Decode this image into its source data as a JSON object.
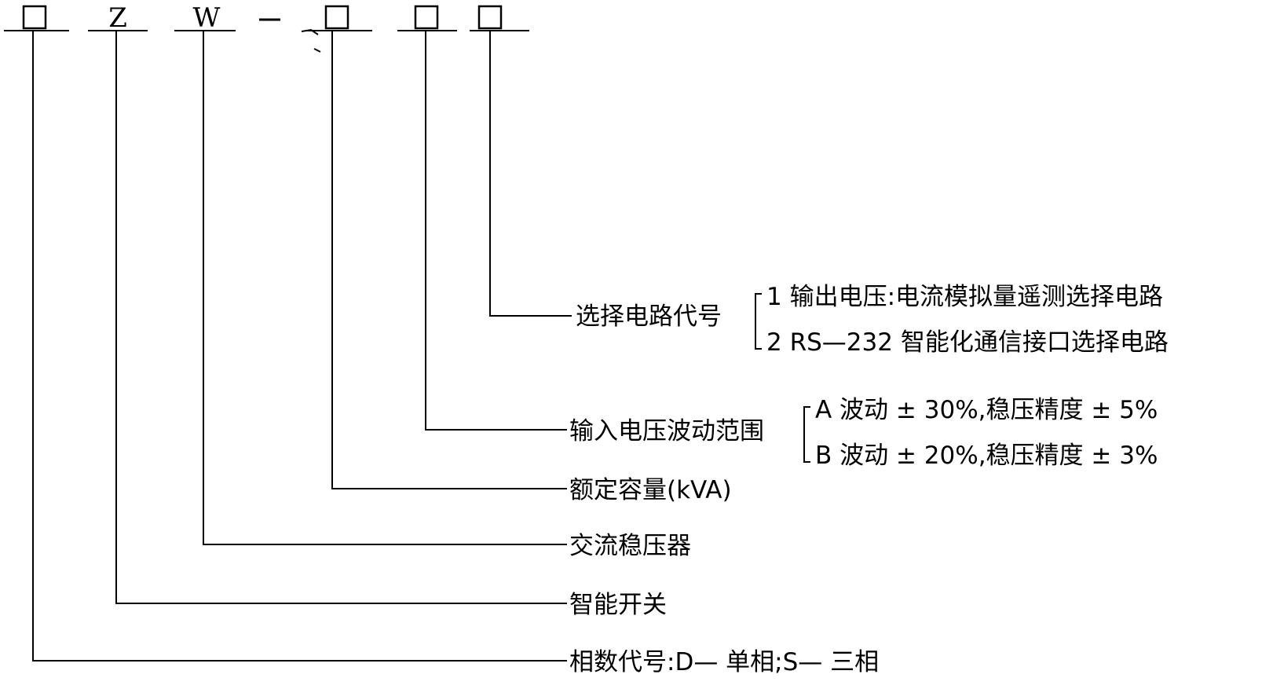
{
  "code_positions": [
    {
      "id": "phase",
      "symbol": "□",
      "is_box": true
    },
    {
      "id": "z",
      "symbol": "Z",
      "is_box": false
    },
    {
      "id": "w",
      "symbol": "W",
      "is_box": false
    },
    {
      "id": "dash",
      "symbol": "—",
      "is_box": false
    },
    {
      "id": "capacity",
      "symbol": "□",
      "is_box": true
    },
    {
      "id": "range",
      "symbol": "□",
      "is_box": true
    },
    {
      "id": "circuit",
      "symbol": "□",
      "is_box": true
    }
  ],
  "labels": {
    "circuit": "选择电路代号",
    "range": "输入电压波动范围",
    "capacity": "额定容量(kVA)",
    "w": "交流稳压器",
    "z": "智能开关",
    "phase": "相数代号:D— 单相;S— 三相"
  },
  "options": {
    "circuit": [
      "1 输出电压:电流模拟量遥测选择电路",
      "2 RS—232 智能化通信接口选择电路"
    ],
    "range": [
      "A 波动 ± 30%,稳压精度 ± 5%",
      "B 波动 ± 20%,稳压精度 ± 3%"
    ]
  }
}
